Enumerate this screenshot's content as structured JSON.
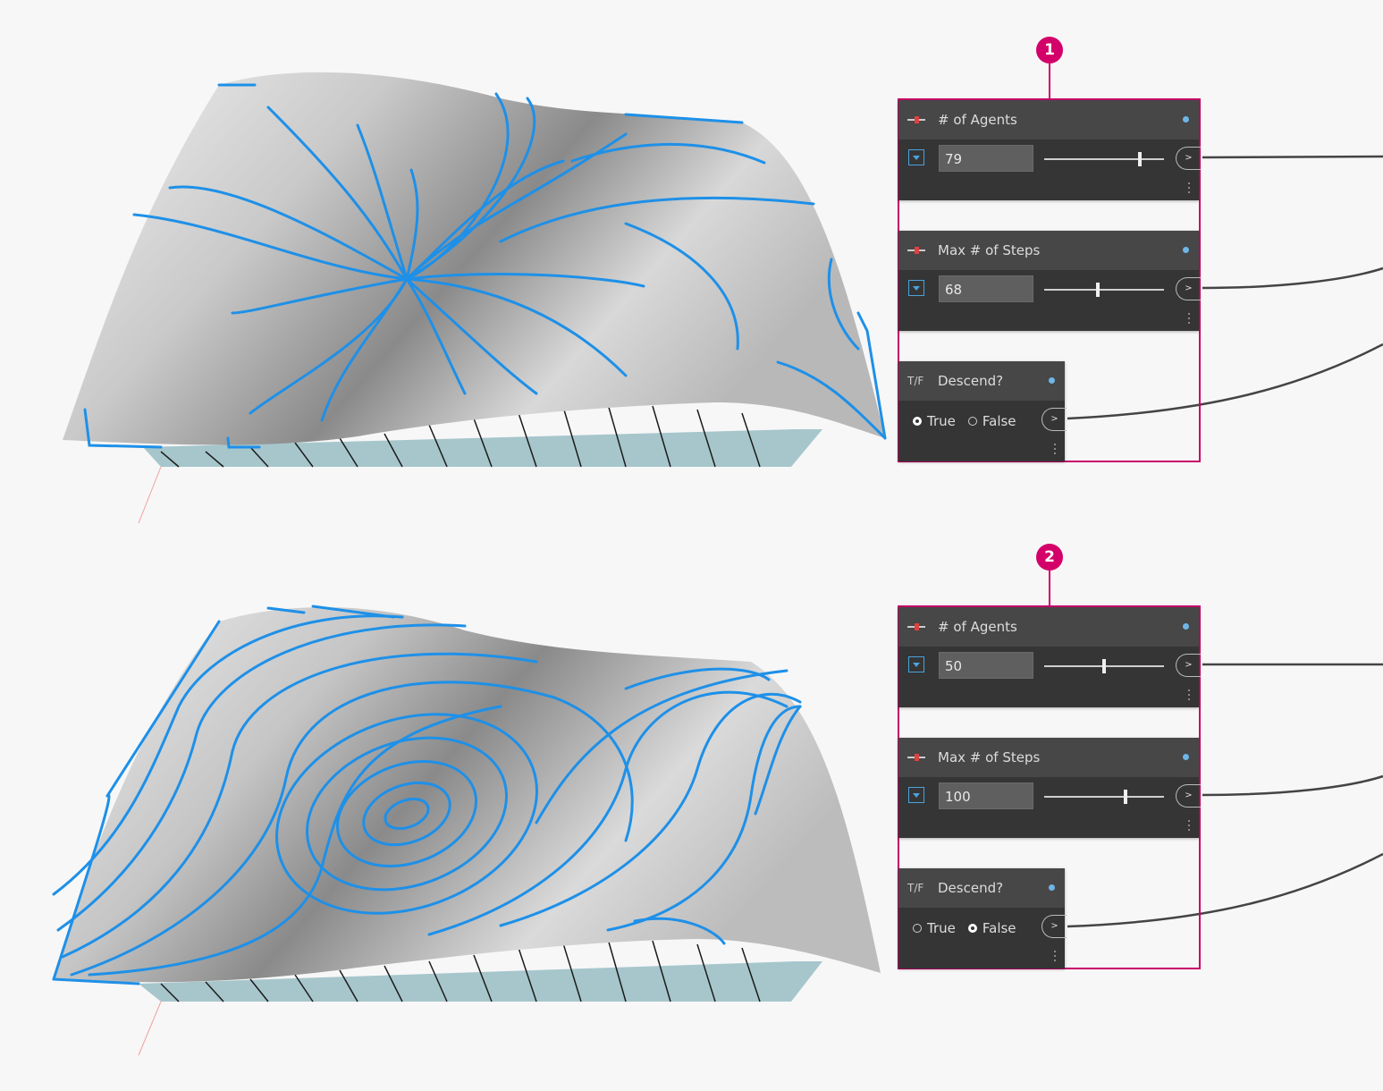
{
  "callouts": [
    "1",
    "2"
  ],
  "panels": [
    {
      "agents": {
        "title": "# of Agents",
        "value": "79",
        "level": 0.8
      },
      "steps": {
        "title": "Max # of Steps",
        "value": "68",
        "level": 0.45
      },
      "descend": {
        "title": "Descend?",
        "true_label": "True",
        "false_label": "False",
        "selected": "True"
      }
    },
    {
      "agents": {
        "title": "# of Agents",
        "value": "50",
        "level": 0.5
      },
      "steps": {
        "title": "Max # of Steps",
        "value": "100",
        "level": 0.68
      },
      "descend": {
        "title": "Descend?",
        "true_label": "True",
        "false_label": "False",
        "selected": "False"
      }
    }
  ],
  "port_label": ">",
  "colors": {
    "accent": "#c8006a",
    "streamline": "#1e90e8",
    "node_bg": "#353535",
    "node_header": "#474747",
    "base": "#a6c6cc"
  }
}
